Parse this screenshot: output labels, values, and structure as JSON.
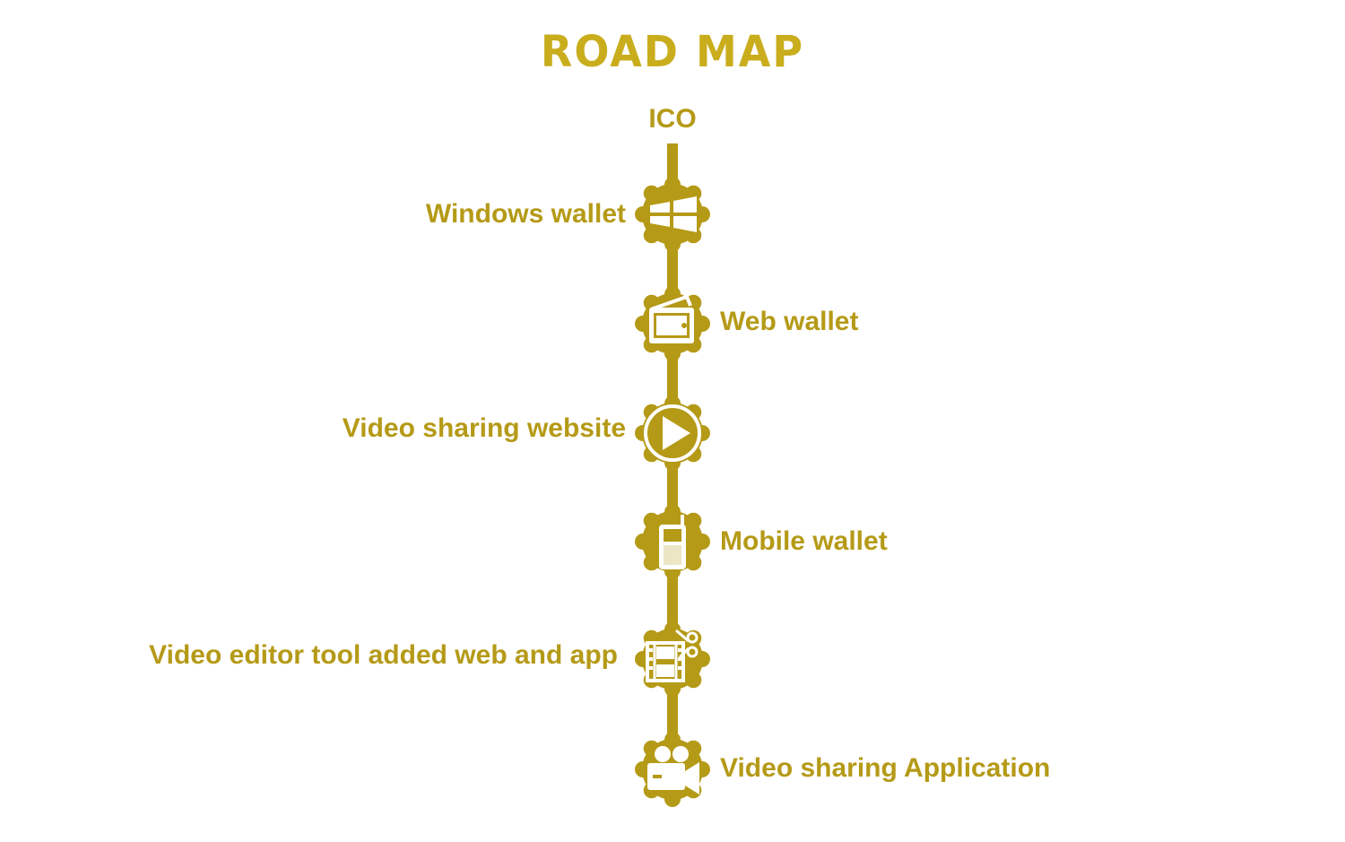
{
  "title": "ROAD MAP",
  "start_label": "ICO",
  "colors": {
    "accent": "#b59a17",
    "title": "#c9ad1c",
    "icon_fg": "#ffffff",
    "background": "#ffffff"
  },
  "steps": [
    {
      "label": "Windows wallet",
      "icon": "windows-icon",
      "side": "left"
    },
    {
      "label": "Web wallet",
      "icon": "wallet-icon",
      "side": "right"
    },
    {
      "label": "Video sharing website",
      "icon": "play-icon",
      "side": "left"
    },
    {
      "label": "Mobile wallet",
      "icon": "mobile-phone-icon",
      "side": "right"
    },
    {
      "label": "Video editor tool added web and app",
      "icon": "video-editor-icon",
      "side": "left"
    },
    {
      "label": "Video sharing Application",
      "icon": "video-camera-icon",
      "side": "right"
    }
  ]
}
